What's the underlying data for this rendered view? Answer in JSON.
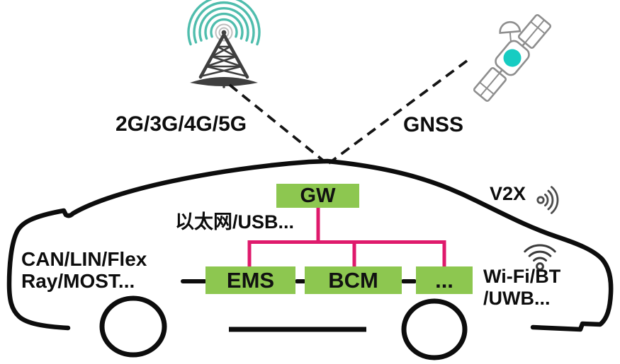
{
  "diagram": {
    "title_hint": "vehicle-network-architecture",
    "external": {
      "cellular_label": "2G/3G/4G/5G",
      "gnss_label": "GNSS"
    },
    "vehicle": {
      "backbone_label": "以太网/USB...",
      "wired_bus_label_line1": "CAN/LIN/Flex",
      "wired_bus_label_line2": "Ray/MOST...",
      "v2x_label": "V2X",
      "wireless_label_line1": "Wi-Fi/BT",
      "wireless_label_line2": "/UWB...",
      "nodes": {
        "gateway": "GW",
        "ems": "EMS",
        "bcm": "BCM",
        "more": "..."
      }
    },
    "icons": {
      "cell_tower": "cell-tower-icon",
      "satellite": "satellite-icon",
      "v2x_signal": "signal-waves-icon",
      "wifi": "wifi-icon"
    },
    "colors": {
      "node_green": "#8dc750",
      "wire_pink": "#df1a6c",
      "tower_wave_teal": "#4fbdad",
      "satellite_teal": "#16ccc2",
      "satellite_gray": "#8e8e8e",
      "outline_black": "#0d0d0d"
    }
  }
}
